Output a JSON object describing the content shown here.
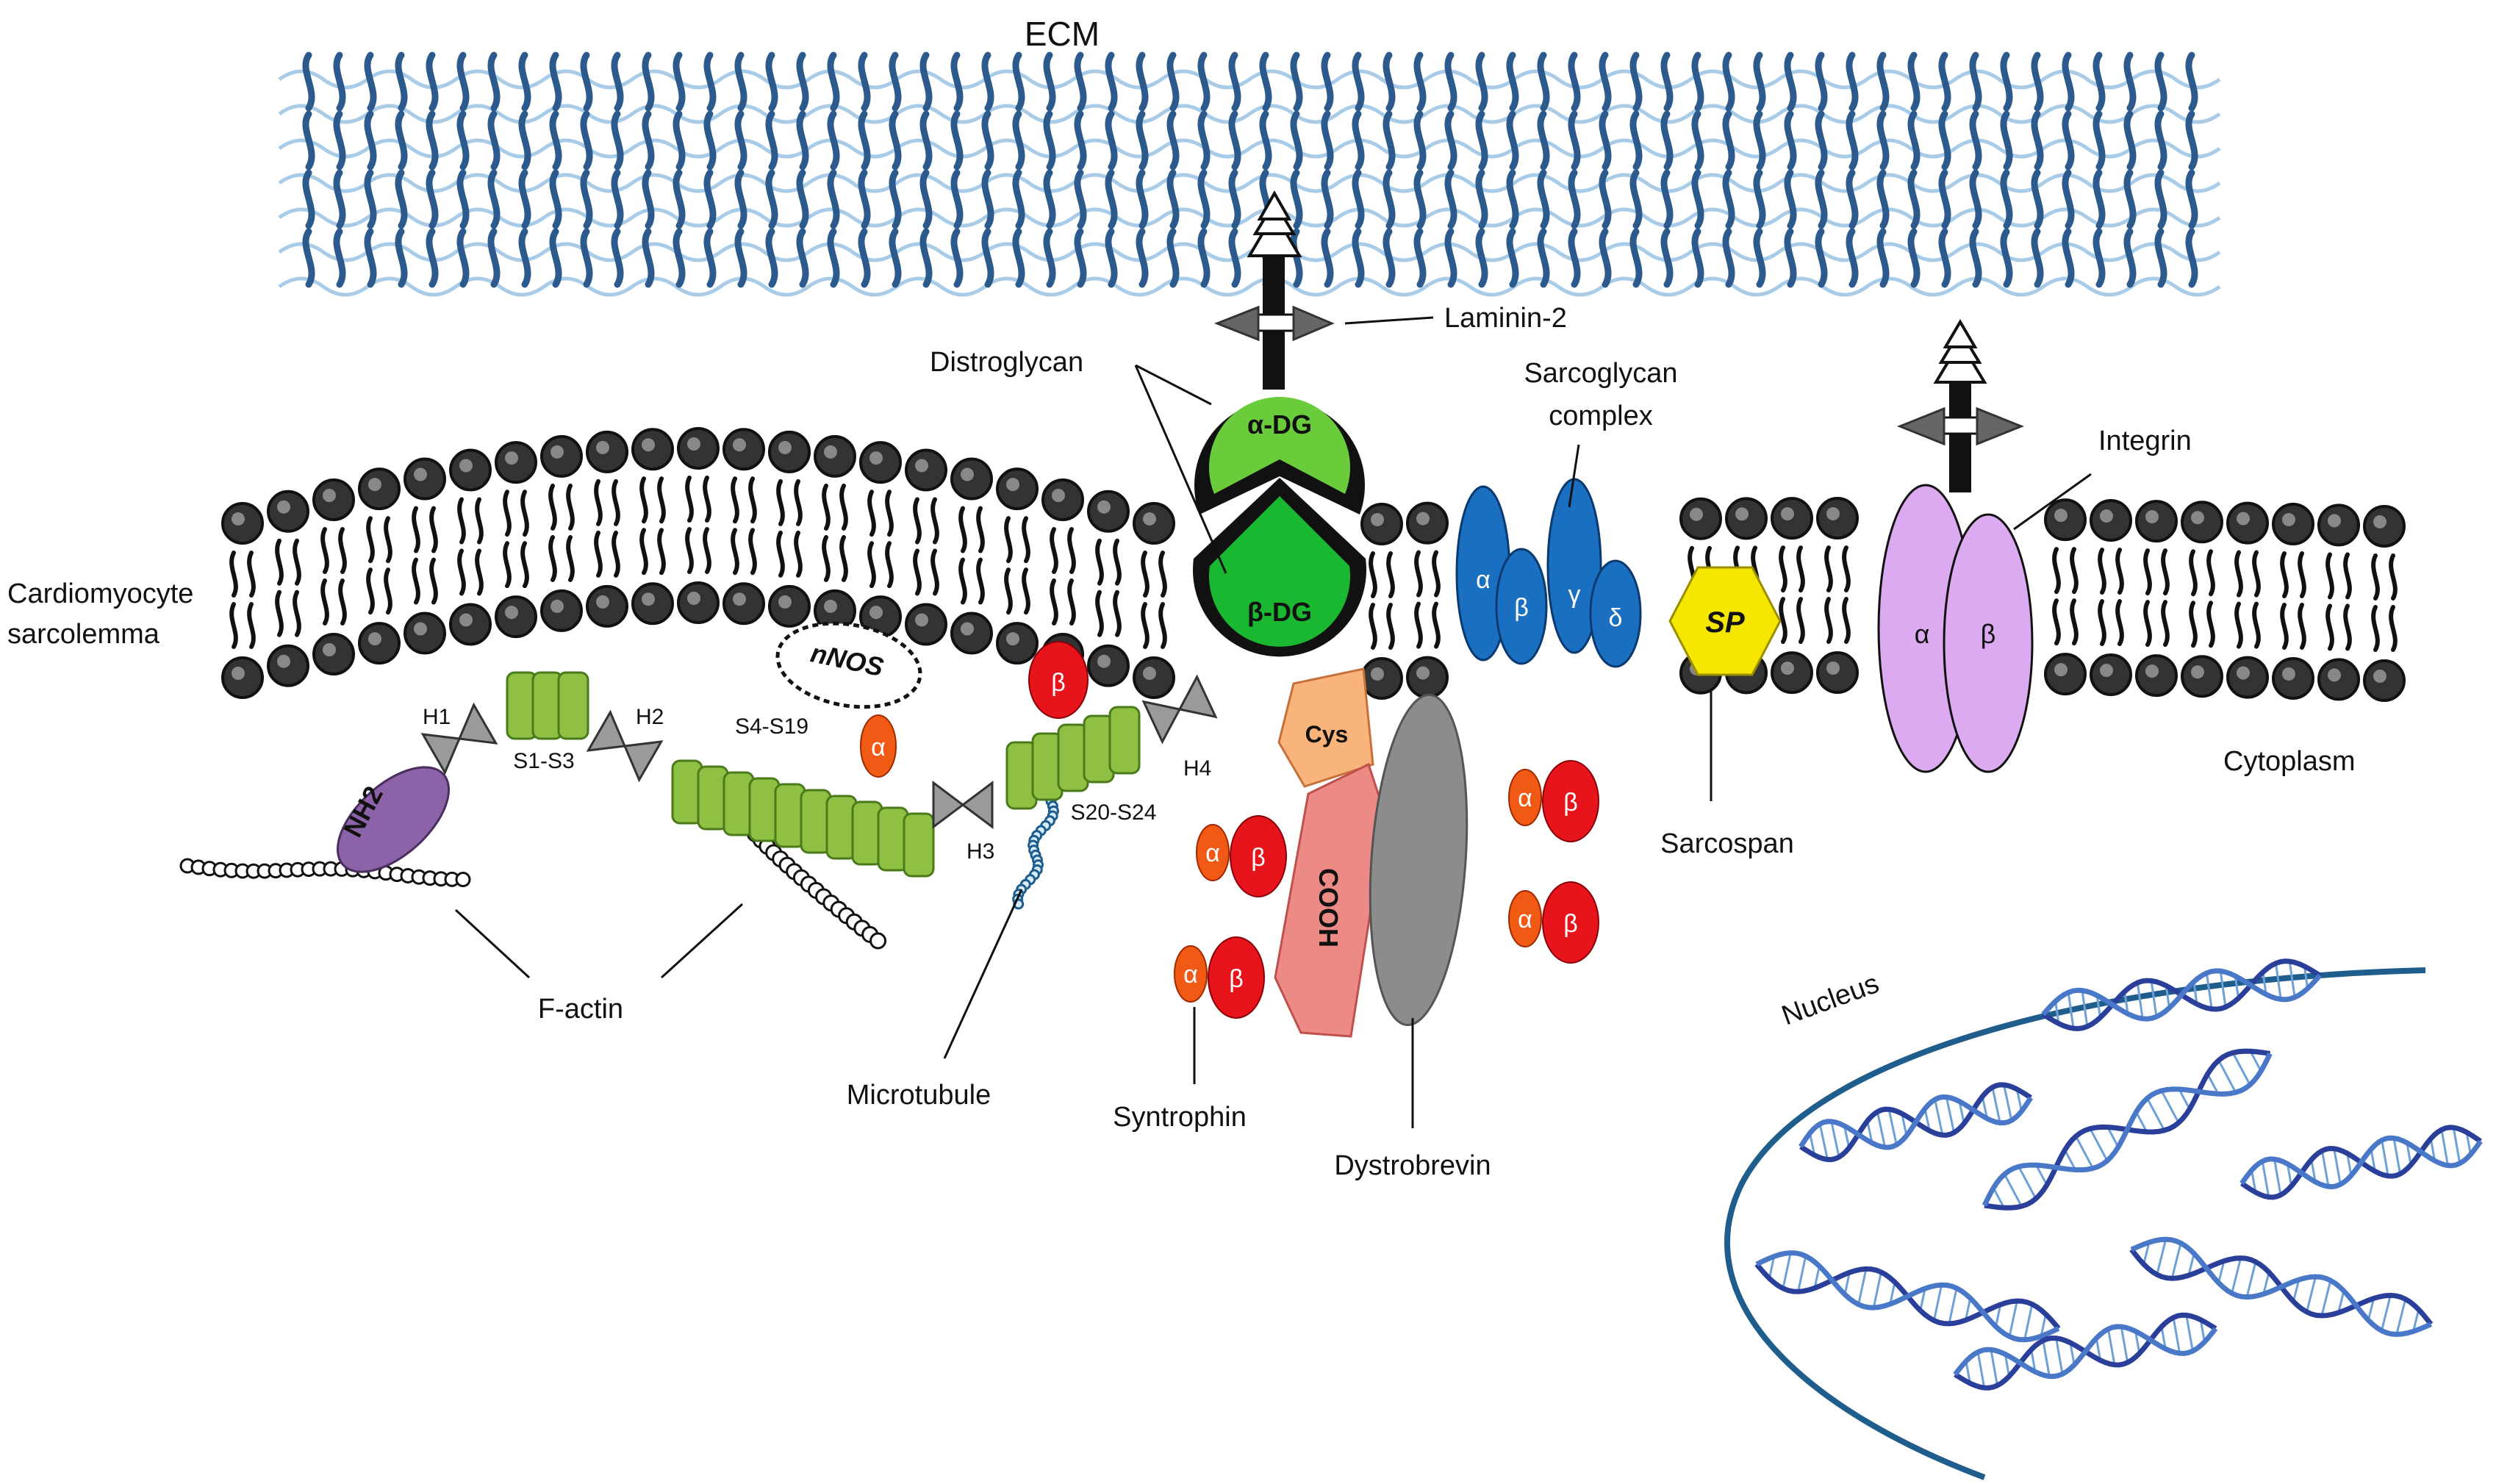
{
  "labels": {
    "ecm": "ECM",
    "laminin": "Laminin-2",
    "distroglycan": "Distroglycan",
    "sarcoglycan_1": "Sarcoglycan",
    "sarcoglycan_2": "complex",
    "integrin": "Integrin",
    "sarcolemma_1": "Cardiomyocyte",
    "sarcolemma_2": "sarcolemma",
    "cytoplasm": "Cytoplasm",
    "sarcospan": "Sarcospan",
    "factin": "F-actin",
    "microtubule": "Microtubule",
    "syntrophin": "Syntrophin",
    "dystrobrevin": "Dystrobrevin",
    "nucleus": "Nucleus"
  },
  "proteins": {
    "alpha_dg": "α-DG",
    "beta_dg": "β-DG",
    "sp": "SP",
    "cys": "Cys",
    "cooh": "COOH",
    "nh2": "NH2",
    "nnos": "nNOS"
  },
  "domains": {
    "h1": "H1",
    "h2": "H2",
    "h3": "H3",
    "h4": "H4",
    "s1_s3": "S1-S3",
    "s4_s19": "S4-S19",
    "s20_s24": "S20-S24"
  },
  "greek": {
    "alpha": "α",
    "beta": "β",
    "gamma": "γ",
    "delta": "δ"
  },
  "colors": {
    "ecm_dark": "#2d5a8c",
    "ecm_light": "#a8cbe8",
    "dg_green": "#6acc3a",
    "dg_green_dark": "#19b830",
    "spectrin_green": "#8ec044",
    "sarcoglycan_blue": "#1a6fc0",
    "sp_yellow": "#f5e600",
    "integrin_purple": "#dcaaf0",
    "syntrophin_red": "#e8141c",
    "alpha_orange": "#f05a14",
    "cys_orange": "#f8b47a",
    "cooh_pink": "#ec8a86",
    "nh2_purple": "#8c62a8",
    "dystrobrevin_gray": "#8c8c8c",
    "hinge_gray": "#9a9a9a",
    "nucleus_blue": "#1f5d8c",
    "dna_blue": "#2a3f9a"
  }
}
